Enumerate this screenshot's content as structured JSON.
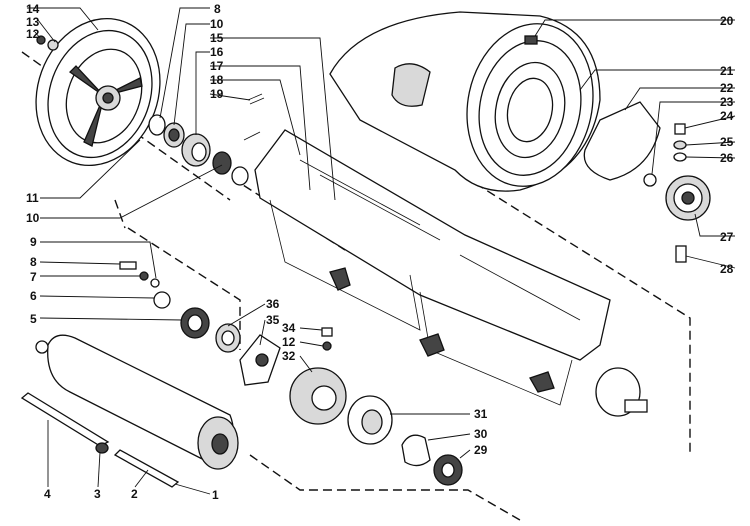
{
  "labels": [
    {
      "id": "l14",
      "text": "14"
    },
    {
      "id": "l13",
      "text": "13"
    },
    {
      "id": "l12a",
      "text": "12"
    },
    {
      "id": "l8a",
      "text": "8"
    },
    {
      "id": "l10a",
      "text": "10"
    },
    {
      "id": "l15",
      "text": "15"
    },
    {
      "id": "l16",
      "text": "16"
    },
    {
      "id": "l17",
      "text": "17"
    },
    {
      "id": "l18",
      "text": "18"
    },
    {
      "id": "l19",
      "text": "19"
    },
    {
      "id": "l20",
      "text": "20"
    },
    {
      "id": "l21",
      "text": "21"
    },
    {
      "id": "l22",
      "text": "22"
    },
    {
      "id": "l23",
      "text": "23"
    },
    {
      "id": "l24",
      "text": "24"
    },
    {
      "id": "l25",
      "text": "25"
    },
    {
      "id": "l26",
      "text": "26"
    },
    {
      "id": "l27",
      "text": "27"
    },
    {
      "id": "l28",
      "text": "28"
    },
    {
      "id": "l11",
      "text": "11"
    },
    {
      "id": "l10b",
      "text": "10"
    },
    {
      "id": "l9",
      "text": "9"
    },
    {
      "id": "l8b",
      "text": "8"
    },
    {
      "id": "l7",
      "text": "7"
    },
    {
      "id": "l6",
      "text": "6"
    },
    {
      "id": "l5",
      "text": "5"
    },
    {
      "id": "l36",
      "text": "36"
    },
    {
      "id": "l35",
      "text": "35"
    },
    {
      "id": "l34",
      "text": "34"
    },
    {
      "id": "l12b",
      "text": "12"
    },
    {
      "id": "l32",
      "text": "32"
    },
    {
      "id": "l31",
      "text": "31"
    },
    {
      "id": "l30",
      "text": "30"
    },
    {
      "id": "l29",
      "text": "29"
    },
    {
      "id": "l4",
      "text": "4"
    },
    {
      "id": "l3",
      "text": "3"
    },
    {
      "id": "l2",
      "text": "2"
    },
    {
      "id": "l1",
      "text": "1"
    }
  ]
}
